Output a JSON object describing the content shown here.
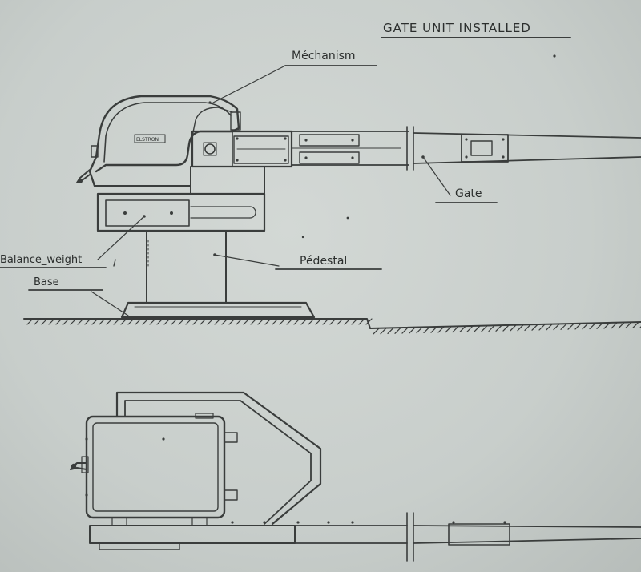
{
  "title": "GATE   UNIT  INSTALLED",
  "labels": {
    "mechanism": "Méchanism",
    "gate": "Gate",
    "pedestal": "Pédestal",
    "balance_weight": "Balance_weight",
    "base": "Base",
    "nameplate": "ELSTRON"
  },
  "colors": {
    "paper": "#c9cfcc",
    "ink": "#3a3d3c"
  }
}
